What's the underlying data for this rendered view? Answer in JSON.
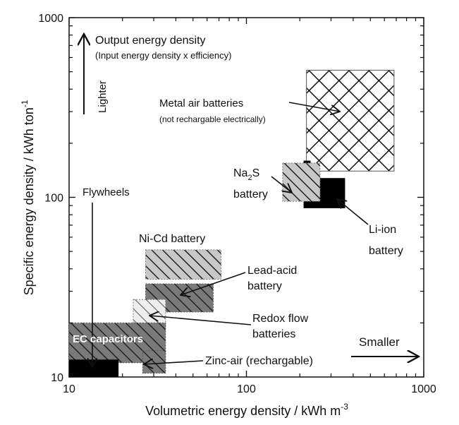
{
  "chart_data": {
    "type": "region",
    "x_scale": "log",
    "y_scale": "log",
    "xlabel": "Volumetric energy density / kWh m",
    "xlabel_sup": "-3",
    "ylabel": "Specific energy density / kWh ton",
    "ylabel_sup": "-1",
    "xlim": [
      10,
      1000
    ],
    "ylim": [
      10,
      1000
    ],
    "x_ticks": [
      {
        "value": 10,
        "label": "10"
      },
      {
        "value": 100,
        "label": "100"
      },
      {
        "value": 1000,
        "label": "1000"
      }
    ],
    "y_ticks": [
      {
        "value": 10,
        "label": "10"
      },
      {
        "value": 100,
        "label": "100"
      },
      {
        "value": 1000,
        "label": "1000"
      }
    ],
    "regions": [
      {
        "id": "metal-air-region",
        "x": [
          218,
          680
        ],
        "y": [
          140,
          510
        ],
        "style": "crosshatch"
      },
      {
        "id": "li-ion-region",
        "x": [
          210,
          360
        ],
        "y": [
          87,
          128
        ],
        "style": "solid-black"
      },
      {
        "id": "li-ion-notch",
        "x": [
          210,
          230
        ],
        "y": [
          128,
          160
        ],
        "style": "solid-black"
      },
      {
        "id": "na2s-region",
        "x": [
          160,
          260
        ],
        "y": [
          95,
          155
        ],
        "style": "hatch-light"
      },
      {
        "id": "ni-cd-region",
        "x": [
          27,
          72
        ],
        "y": [
          35,
          51
        ],
        "style": "hatch-light"
      },
      {
        "id": "lead-acid-region",
        "x": [
          27,
          65
        ],
        "y": [
          23,
          33
        ],
        "style": "hatch-dark"
      },
      {
        "id": "redox-flow-region",
        "x": [
          23,
          35
        ],
        "y": [
          19,
          27
        ],
        "style": "hatch-pale"
      },
      {
        "id": "ec-capacitors-region",
        "x": [
          10,
          35
        ],
        "y": [
          12,
          20
        ],
        "style": "hatch-dark"
      },
      {
        "id": "zinc-air-region",
        "x": [
          26,
          35
        ],
        "y": [
          10.5,
          14
        ],
        "style": "hatch-dark"
      },
      {
        "id": "flywheels-region",
        "x": [
          10,
          19
        ],
        "y": [
          10,
          12.5
        ],
        "style": "solid-black"
      }
    ]
  },
  "labels": {
    "output_energy_density": "Output energy density",
    "input_note": "(Input energy density x efficiency)",
    "lighter": "Lighter",
    "smaller": "Smaller",
    "metal_air": "Metal air batteries",
    "metal_air_note": "(not rechargable electrically)",
    "na2s_prefix": "Na",
    "na2s_sub": "2",
    "na2s_suffix": "S",
    "battery": "battery",
    "li_ion": "Li-ion",
    "flywheels": "Flywheels",
    "ni_cd": "Ni-Cd battery",
    "lead_acid": "Lead-acid",
    "redox_flow": "Redox flow",
    "batteries": "batteries",
    "ec_capacitors": "EC capacitors",
    "zinc_air": "Zinc-air (rechargable)"
  }
}
